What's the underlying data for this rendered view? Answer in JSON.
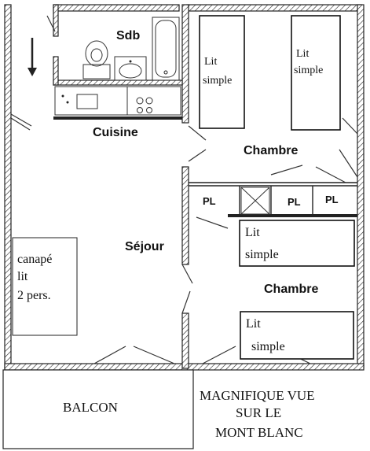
{
  "rooms": {
    "bathroom": "Sdb",
    "kitchen": "Cuisine",
    "bedroom_top": "Chambre",
    "bedroom_bottom": "Chambre",
    "living": "Séjour",
    "closet_1": "PL",
    "closet_2": "PL",
    "closet_3": "PL"
  },
  "furniture": {
    "bed_1": [
      "Lit",
      "simple"
    ],
    "bed_2": [
      "Lit",
      "simple"
    ],
    "bed_3": [
      "Lit",
      "simple"
    ],
    "bed_4": [
      "Lit",
      "simple"
    ],
    "sofa_bed": [
      "canapé",
      "lit",
      "2 pers."
    ]
  },
  "outside": {
    "balcony": "BALCON",
    "view": [
      "MAGNIFIQUE VUE",
      "SUR LE",
      "MONT BLANC"
    ]
  },
  "icons": [
    "entrance-arrow-icon",
    "toilet-icon",
    "sink-icon",
    "bathtub-icon",
    "kitchen-sink-icon",
    "cooktop-icon",
    "door-icon"
  ]
}
